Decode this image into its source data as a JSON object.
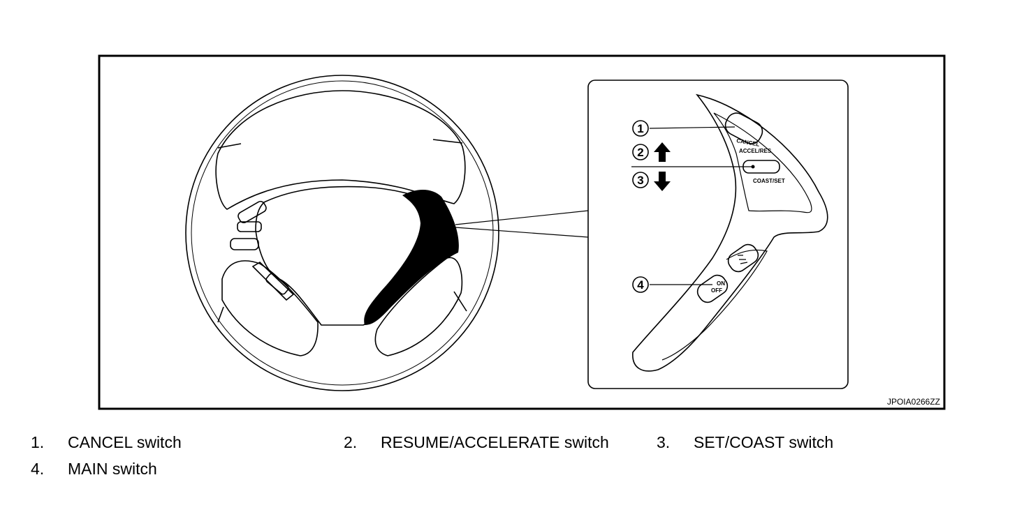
{
  "figure": {
    "code": "JPOIA0266ZZ",
    "callouts": [
      "1",
      "2",
      "3",
      "4"
    ],
    "switch_labels": {
      "cancel": "CANCEL",
      "accel_res": "ACCEL/RES",
      "coast_set": "COAST/SET",
      "on": "ON",
      "off": "OFF"
    }
  },
  "legend": [
    {
      "num": "1.",
      "text": "CANCEL switch"
    },
    {
      "num": "2.",
      "text": "RESUME/ACCELERATE switch"
    },
    {
      "num": "3.",
      "text": "SET/COAST switch"
    },
    {
      "num": "4.",
      "text": "MAIN switch"
    }
  ]
}
